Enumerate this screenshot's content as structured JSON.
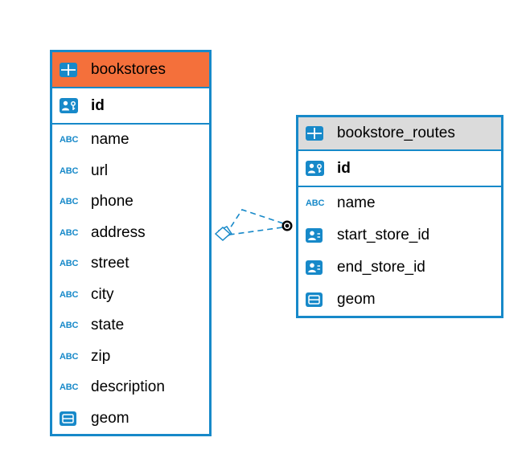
{
  "colors": {
    "accent_blue": "#1789C9",
    "bookstores_header_bg": "#F4703B",
    "routes_header_bg": "#DBDBDB",
    "relationship_line": "#1789C9",
    "relationship_dot": "#000000"
  },
  "icons": {
    "text_type_label": "ABC",
    "table_icon": "table-grid-icon",
    "primary_key_icon": "person-key-icon",
    "reference_icon": "person-icon",
    "geometry_icon": "boxed-line-icon"
  },
  "tables": {
    "bookstores": {
      "title": "bookstores",
      "primary_key": "id",
      "fields": [
        {
          "label": "name"
        },
        {
          "label": "url"
        },
        {
          "label": "phone"
        },
        {
          "label": "address"
        },
        {
          "label": "street"
        },
        {
          "label": "city"
        },
        {
          "label": "state"
        },
        {
          "label": "zip"
        },
        {
          "label": "description"
        },
        {
          "label": "geom"
        }
      ]
    },
    "bookstore_routes": {
      "title": "bookstore_routes",
      "primary_key": "id",
      "fields": [
        {
          "label": "name"
        },
        {
          "label": "start_store_id"
        },
        {
          "label": "end_store_id"
        },
        {
          "label": "geom"
        }
      ]
    }
  },
  "relationship": {
    "from_table": "bookstore_routes",
    "to_table": "bookstores",
    "line_count": 2,
    "style": "dashed"
  }
}
